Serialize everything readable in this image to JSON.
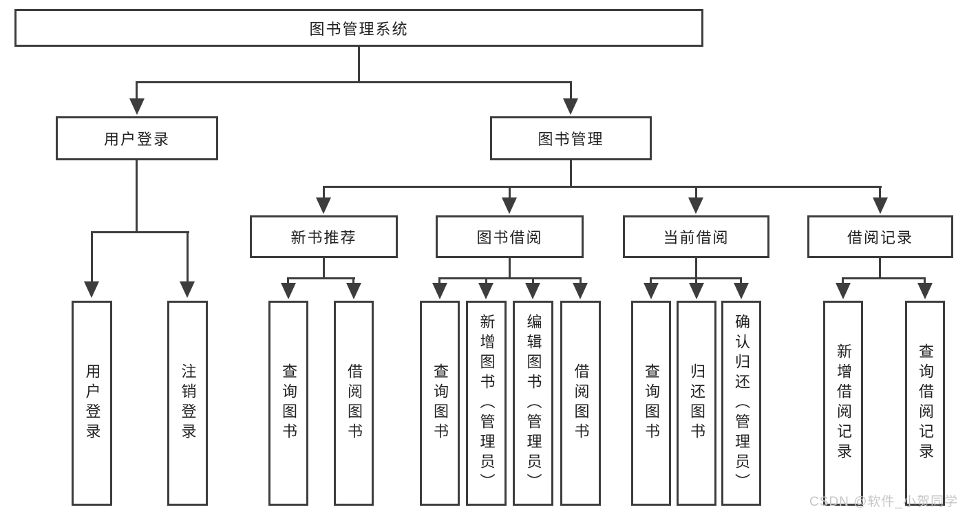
{
  "diagram": {
    "type": "hierarchy-tree",
    "title": "图书管理系统",
    "colors": {
      "line": "#3d3d3d",
      "text": "#222222",
      "background": "#ffffff",
      "watermark": "#c6c6c6"
    },
    "tree": {
      "root": "图书管理系统",
      "level2": {
        "user_login": "用户登录",
        "book_management": "图书管理"
      },
      "user_login_children": {
        "login": "用户登录",
        "logout": "注销登录"
      },
      "book_management_children": {
        "new_book_recommend": "新书推荐",
        "book_borrowing": "图书借阅",
        "current_borrowing": "当前借阅",
        "borrowing_records": "借阅记录"
      },
      "new_book_recommend_children": {
        "query_books": "查询图书",
        "borrow_books": "借阅图书"
      },
      "book_borrowing_children": {
        "query_books": "查询图书",
        "add_books_admin": "新增图书（管理员）",
        "edit_books_admin": "编辑图书（管理员）",
        "borrow_books": "借阅图书"
      },
      "current_borrowing_children": {
        "query_books": "查询图书",
        "return_books": "归还图书",
        "confirm_return_admin": "确认归还（管理员）"
      },
      "borrowing_records_children": {
        "add_borrow_record": "新增借阅记录",
        "query_borrow_record": "查询借阅记录"
      }
    },
    "watermark": "CSDN @软件_小贺同学"
  }
}
